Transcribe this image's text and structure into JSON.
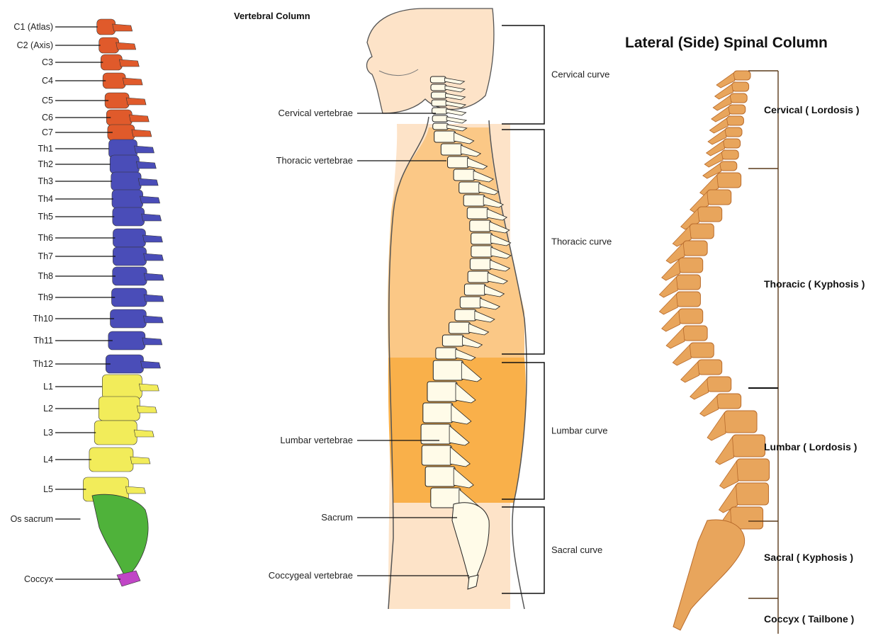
{
  "left_panel": {
    "labels": [
      "C1 (Atlas)",
      "C2 (Axis)",
      "C3",
      "C4",
      "C5",
      "C6",
      "C7",
      "Th1",
      "Th2",
      "Th3",
      "Th4",
      "Th5",
      "Th6",
      "Th7",
      "Th8",
      "Th9",
      "Th10",
      "Th11",
      "Th12",
      "L1",
      "L2",
      "L3",
      "L4",
      "L5",
      "Os sacrum",
      "Coccyx"
    ],
    "colors": {
      "cervical": "#e05a2b",
      "thoracic": "#4a4db8",
      "lumbar": "#f2ec5a",
      "sacrum": "#4fb23a",
      "coccyx": "#c046c6"
    }
  },
  "middle_panel": {
    "title": "Vertebral Column",
    "vertebrae_labels": [
      "Cervical vertebrae",
      "Thoracic vertebrae",
      "Lumbar vertebrae",
      "Sacrum",
      "Coccygeal vertebrae"
    ],
    "curve_labels": [
      "Cervical curve",
      "Thoracic curve",
      "Lumbar curve",
      "Sacral curve"
    ],
    "colors": {
      "light": "#fde3c8",
      "mid": "#fbc886",
      "dark": "#f9b04a"
    }
  },
  "right_panel": {
    "title": "Lateral (Side) Spinal Column",
    "labels": [
      "Cervical ( Lordosis )",
      "Thoracic ( Kyphosis )",
      "Lumbar ( Lordosis )",
      "Sacral ( Kyphosis )",
      "Coccyx ( Tailbone )"
    ],
    "colors": {
      "bone": "#e8a55c",
      "bone_dark": "#b86b2c"
    }
  }
}
